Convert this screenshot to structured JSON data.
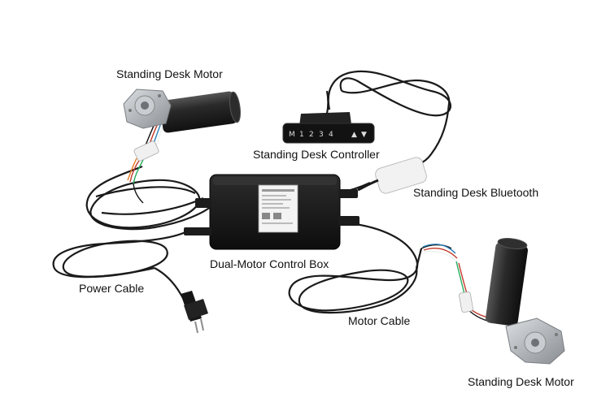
{
  "labels": {
    "motor_top": "Standing Desk Motor",
    "controller": "Standing Desk Controller",
    "bluetooth": "Standing Desk Bluetooth",
    "control_box": "Dual-Motor Control Box",
    "power_cable": "Power Cable",
    "motor_cable": "Motor Cable",
    "motor_bottom": "Standing Desk Motor"
  },
  "controller_keys": {
    "m": "M",
    "k1": "1",
    "k2": "2",
    "k3": "3",
    "k4": "4",
    "up": "▲",
    "down": "▼"
  },
  "colors": {
    "cable": "#1a1a1a",
    "motor_body": "#2a2a2a",
    "gearbox": "#b8bcc0",
    "bluetooth_module": "#f2f2f2"
  },
  "icons": [
    "desk-motor-icon",
    "controller-keypad-icon",
    "bluetooth-module-icon",
    "control-box-icon",
    "power-plug-icon"
  ]
}
